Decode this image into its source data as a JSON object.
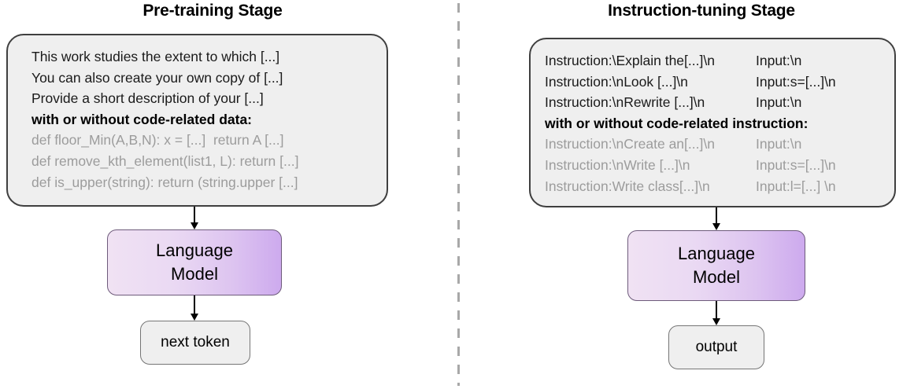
{
  "figure": {
    "divider": "vertical-dashed-separator",
    "colors": {
      "card_fill": "#efefef",
      "card_border": "#3f3f3f",
      "muted_text": "#9c9c9c",
      "lm_gradient_start": "#f0e2f3",
      "lm_gradient_end": "#cdaaee",
      "lm_border": "#6e5b7b",
      "divider": "#a8a8a8",
      "arrow": "#000000"
    }
  },
  "pretraining": {
    "title": "Pre-training Stage",
    "data_lines": [
      {
        "text": "This work studies the extent to which [...]",
        "style": "normal"
      },
      {
        "text": "You can also create your own copy of [...]",
        "style": "normal"
      },
      {
        "text": "Provide a short description of your [...]",
        "style": "normal"
      },
      {
        "text": "with or without code-related data:",
        "style": "emphasis"
      },
      {
        "text": "def floor_Min(A,B,N): x = [...]  return A [...]",
        "style": "muted"
      },
      {
        "text": "def remove_kth_element(list1, L): return [...]",
        "style": "muted"
      },
      {
        "text": "def is_upper(string): return (string.upper [...]",
        "style": "muted"
      }
    ],
    "model_label_line1": "Language",
    "model_label_line2": "Model",
    "output_label": "next token"
  },
  "instruction": {
    "title": "Instruction-tuning Stage",
    "data_rows": [
      {
        "instruction": "Instruction:\\Explain the[...]\\n",
        "input": "Input:\\n",
        "style": "normal"
      },
      {
        "instruction": "Instruction:\\nLook [...]\\n",
        "input": "Input:s=[...]\\n",
        "style": "normal"
      },
      {
        "instruction": "Instruction:\\nRewrite [...]\\n",
        "input": "Input:\\n",
        "style": "normal"
      },
      {
        "instruction": "with or without code-related instruction:",
        "input": "",
        "style": "emphasis"
      },
      {
        "instruction": "Instruction:\\nCreate an[...]\\n",
        "input": "Input:\\n",
        "style": "muted"
      },
      {
        "instruction": "Instruction:\\nWrite [...]\\n",
        "input": "Input:s=[...]\\n",
        "style": "muted"
      },
      {
        "instruction": "Instruction:Write class[...]\\n",
        "input": "Input:l=[...] \\n",
        "style": "muted"
      }
    ],
    "model_label_line1": "Language",
    "model_label_line2": "Model",
    "output_label": "output"
  }
}
